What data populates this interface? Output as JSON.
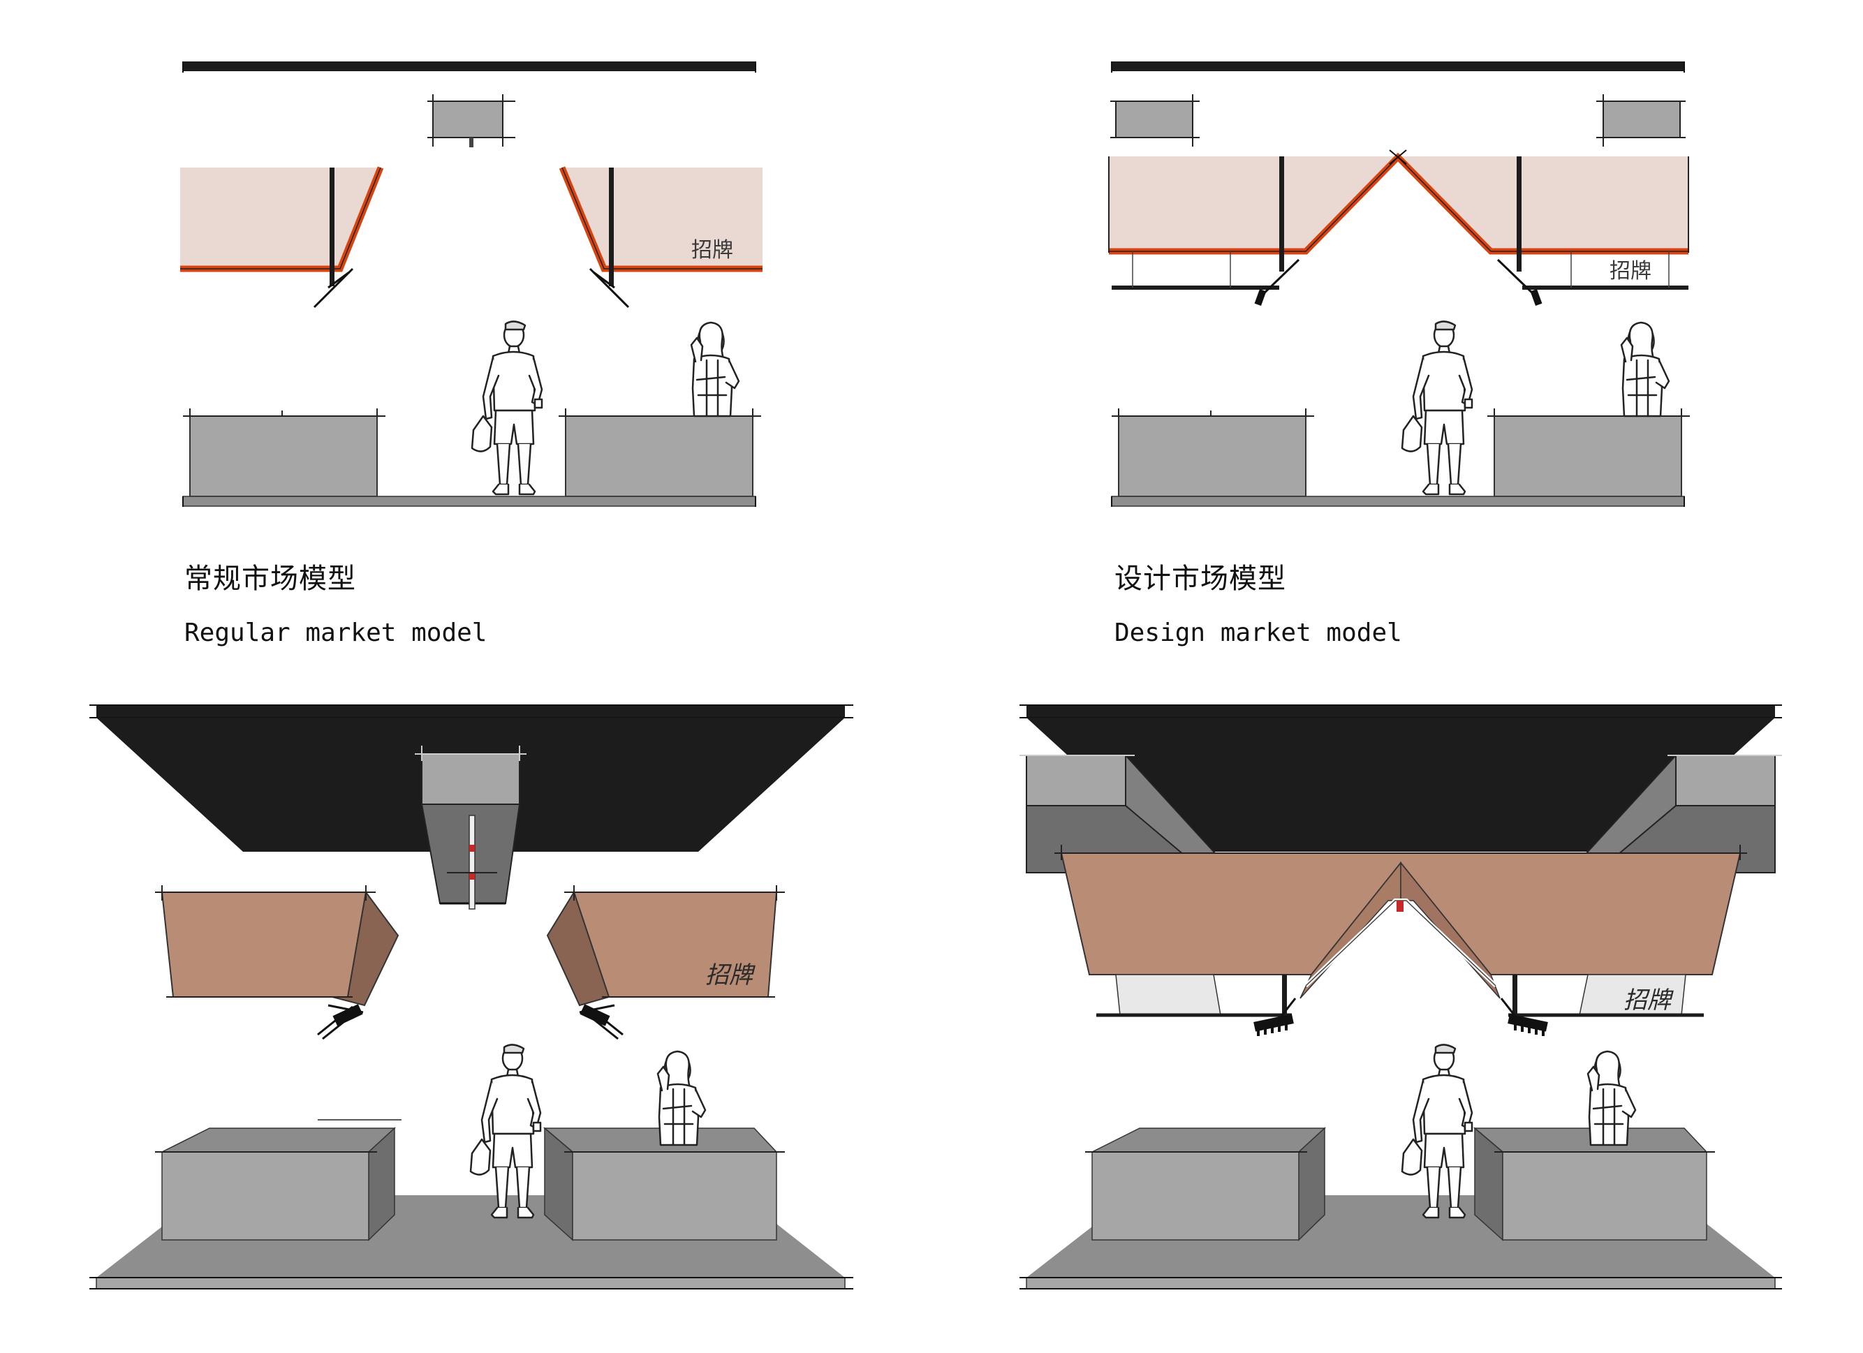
{
  "panels": {
    "regular": {
      "caption_zh": "常规市场模型",
      "caption_en": "Regular market model",
      "sign_label": "招牌"
    },
    "design": {
      "caption_zh": "设计市场模型",
      "caption_en": "Design market model",
      "sign_label": "招牌"
    }
  },
  "colors": {
    "ceiling": "#1c1c1c",
    "block_light": "#a6a6a6",
    "block_mid": "#8c8c8c",
    "block_dark": "#6e6e6e",
    "sign_pink": "#ead8d3",
    "sign_orange": "#d8430f",
    "sign_iso_front": "#b98c76",
    "sign_iso_side": "#8a6452",
    "floor": "#8e8e8e"
  }
}
